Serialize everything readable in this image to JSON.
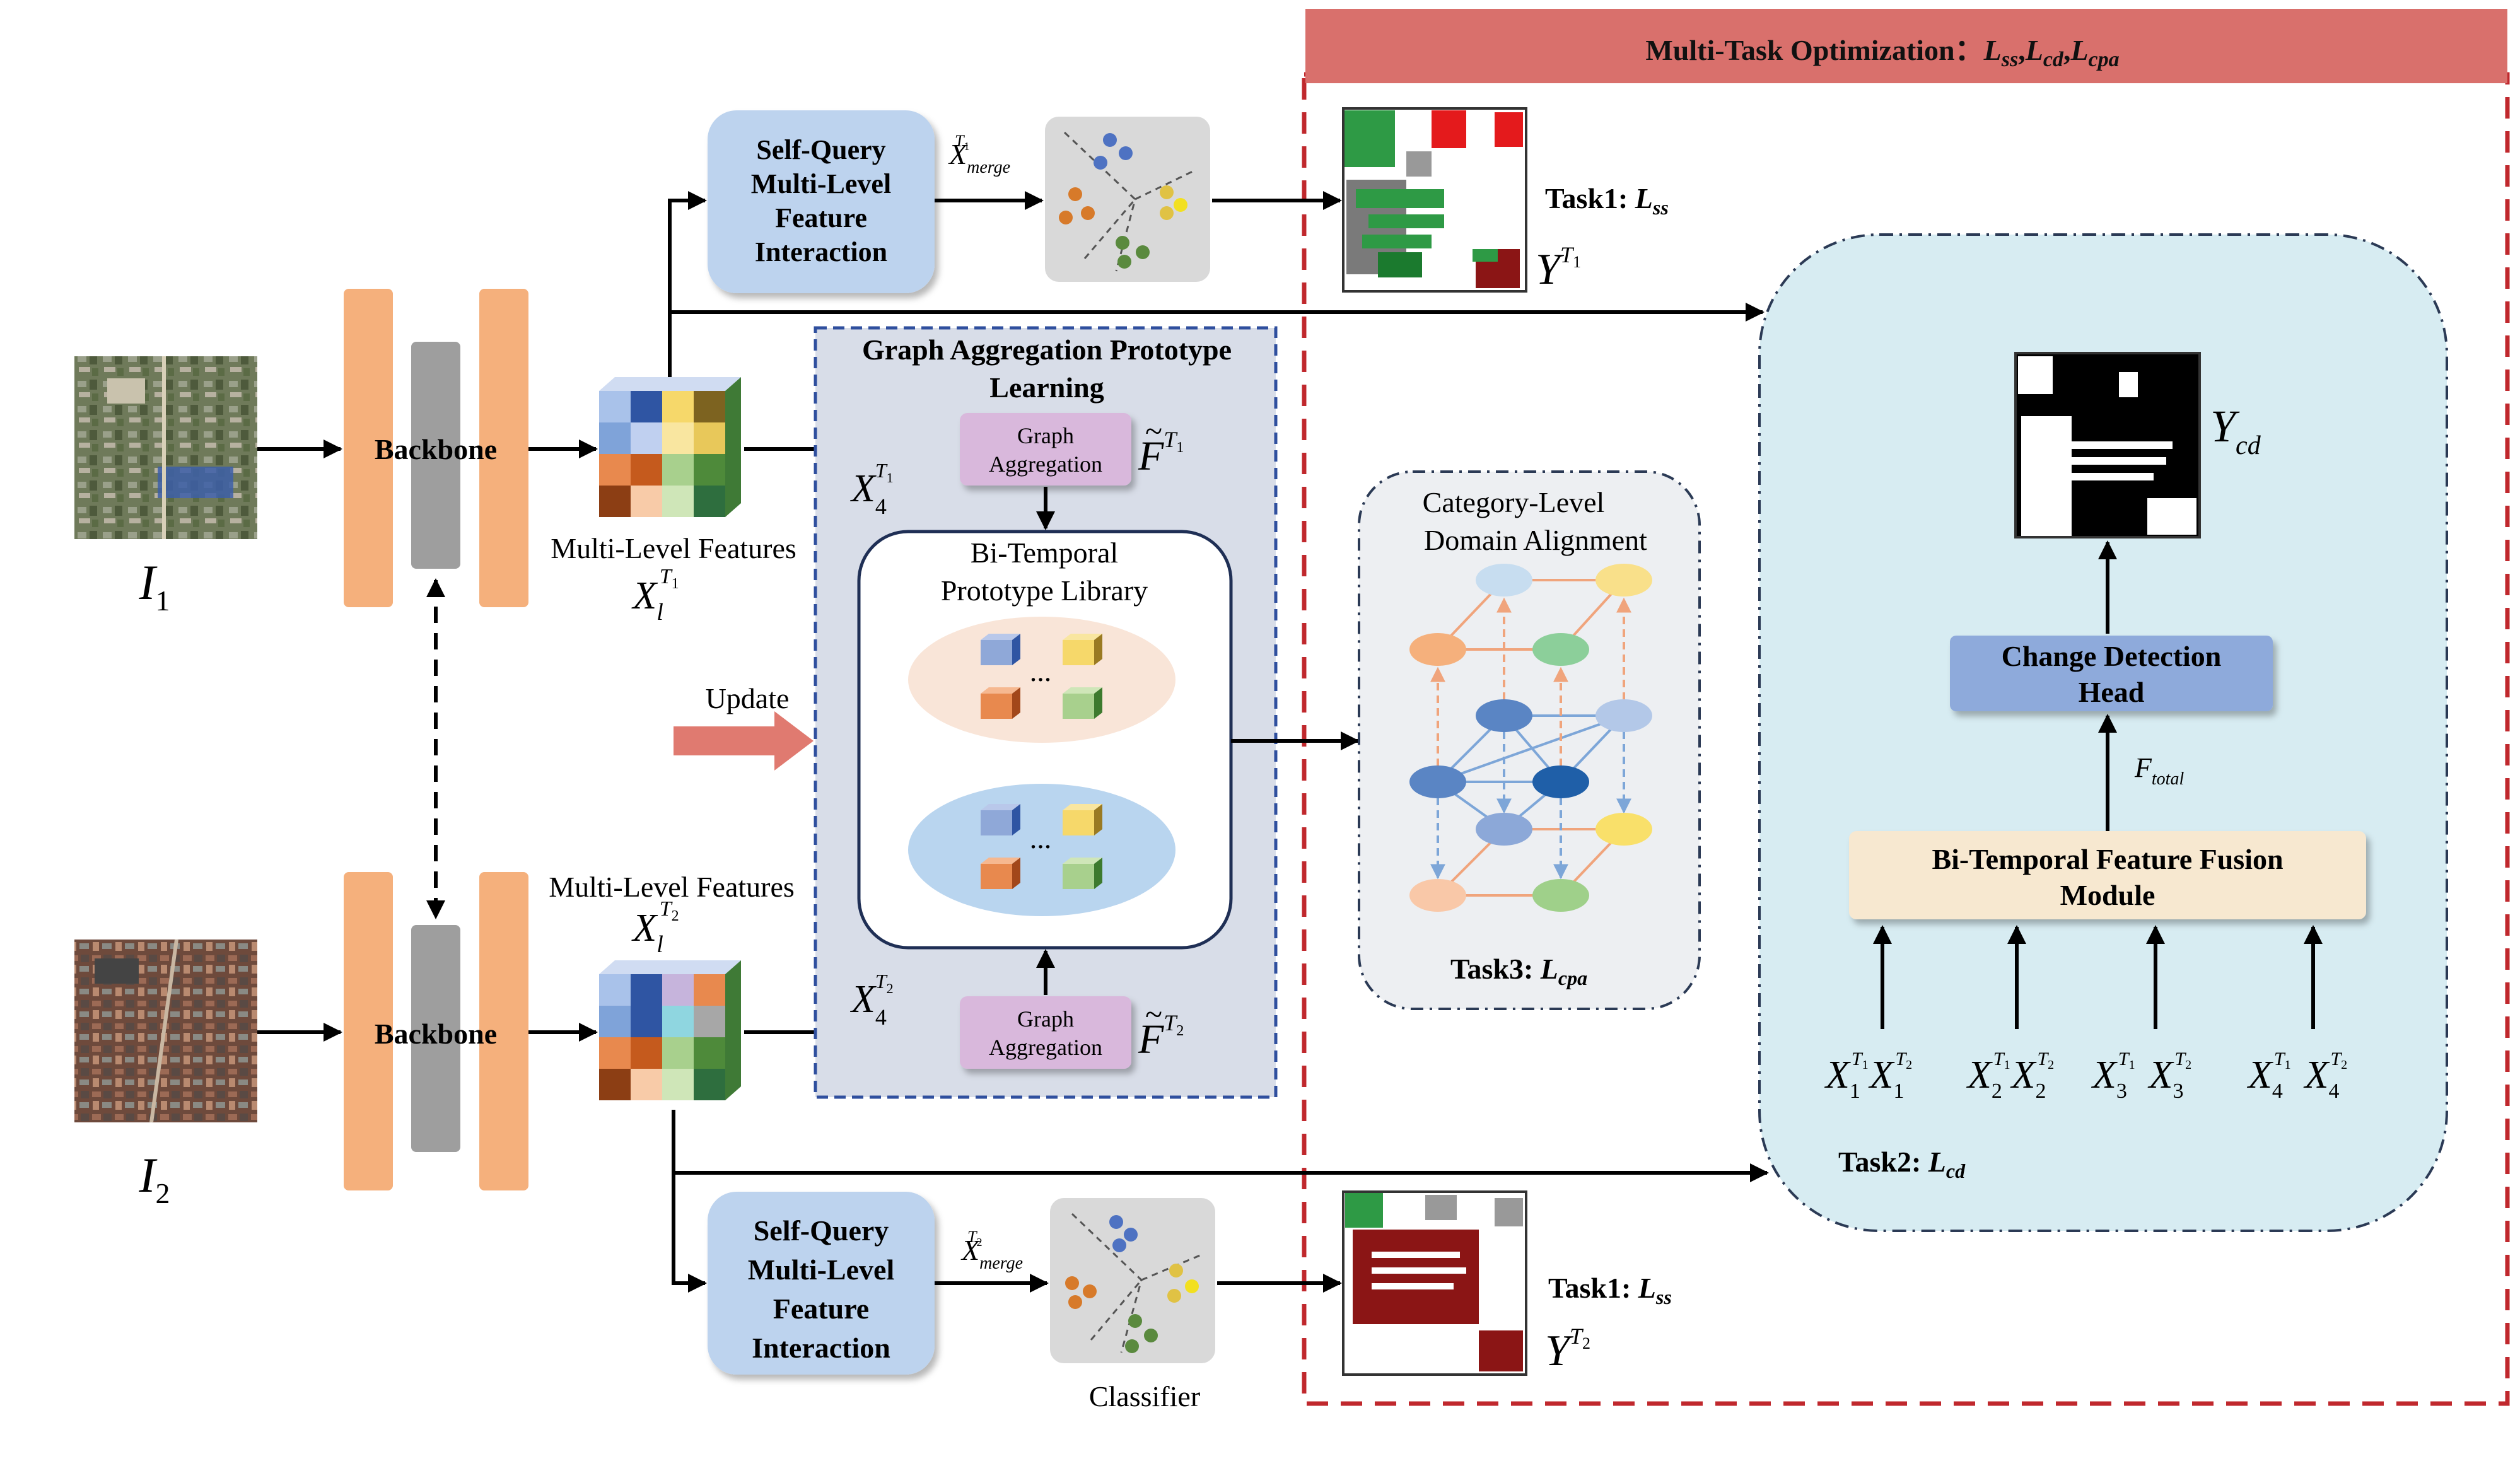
{
  "inputs": {
    "i1": {
      "main": "I",
      "sub": "1"
    },
    "i2": {
      "main": "I",
      "sub": "2"
    }
  },
  "backbone_label": "Backbone",
  "multi_level_features_label": "Multi-Level Features",
  "feature_t1": {
    "main": "X",
    "sub": "l",
    "sup": "T",
    "supsub": "1"
  },
  "feature_t2": {
    "main": "X",
    "sub": "l",
    "sup": "T",
    "supsub": "2"
  },
  "sqmfi": {
    "lines": [
      "Self-Query",
      "Multi-Level",
      "Feature",
      "Interaction"
    ]
  },
  "merge_t1": {
    "main": "X",
    "sub": "merge",
    "sup": "T",
    "supsub": "1"
  },
  "merge_t2": {
    "main": "X",
    "sub": "merge",
    "sup": "T",
    "supsub": "2"
  },
  "classifier_label": "Classifier",
  "task1": {
    "label": "Task1: ",
    "loss_main": "L",
    "loss_sub": "ss"
  },
  "y_t1": {
    "main": "Y",
    "sup": "T",
    "supsub": "1"
  },
  "y_t2": {
    "main": "Y",
    "sup": "T",
    "supsub": "2"
  },
  "gapl": {
    "title_lines": [
      "Graph Aggregation Prototype",
      "Learning"
    ],
    "graph_agg_lines": [
      "Graph",
      "Aggregation"
    ],
    "x4_t1": {
      "main": "X",
      "sub": "4",
      "sup": "T",
      "supsub": "1"
    },
    "x4_t2": {
      "main": "X",
      "sub": "4",
      "sup": "T",
      "supsub": "2"
    },
    "ftilde_t1": {
      "main": "F",
      "sup": "T",
      "supsub": "1"
    },
    "ftilde_t2": {
      "main": "F",
      "sup": "T",
      "supsub": "2"
    },
    "library_lines": [
      "Bi-Temporal",
      "Prototype Library"
    ],
    "ellipsis": "...",
    "update_label": "Update"
  },
  "cda": {
    "title_lines": [
      "Category-Level",
      "Domain Alignment"
    ],
    "task3_label": "Task3: ",
    "task3_loss_main": "L",
    "task3_loss_sub": "cpa"
  },
  "mto": {
    "label": "Multi-Task Optimization：",
    "losses": [
      "ss",
      "cd",
      "cpa"
    ],
    "loss_main": "L"
  },
  "cd": {
    "y_cd": {
      "main": "Y",
      "sub": "cd"
    },
    "head_lines": [
      "Change Detection",
      "Head"
    ],
    "f_total": {
      "main": "F",
      "sub": "total"
    },
    "fusion_lines": [
      "Bi-Temporal Feature Fusion",
      "Module"
    ],
    "task2_label": "Task2: ",
    "task2_loss_main": "L",
    "task2_loss_sub": "cd",
    "pairs": [
      {
        "a_main": "X",
        "a_sub": "1",
        "a_sup": "T",
        "a_supsub": "1",
        "b_main": "X",
        "b_sub": "1",
        "b_sup": "T",
        "b_supsub": "2"
      },
      {
        "a_main": "X",
        "a_sub": "2",
        "a_sup": "T",
        "a_supsub": "1",
        "b_main": "X",
        "b_sub": "2",
        "b_sup": "T",
        "b_supsub": "2"
      },
      {
        "a_main": "X",
        "a_sub": "3",
        "a_sup": "T",
        "a_supsub": "1",
        "b_main": "X",
        "b_sub": "3",
        "b_sup": "T",
        "b_supsub": "2"
      },
      {
        "a_main": "X",
        "a_sub": "4",
        "a_sup": "T",
        "a_supsub": "1",
        "b_main": "X",
        "b_sub": "4",
        "b_sup": "T",
        "b_supsub": "2"
      }
    ]
  },
  "colors": {
    "orange": "#f5b07c",
    "gray": "#9e9e9e",
    "light_blue_box": "#bdd3ee",
    "graph_agg": "#d9b8dc",
    "gapl_bg": "#d8dde8",
    "cd_bg": "#d7ecf2",
    "mto_bar": "#d9706c",
    "red_dash": "#c0282d",
    "fusion": "#f7e8d0",
    "head": "#8eaadb",
    "update_arrow": "#e07a70"
  }
}
